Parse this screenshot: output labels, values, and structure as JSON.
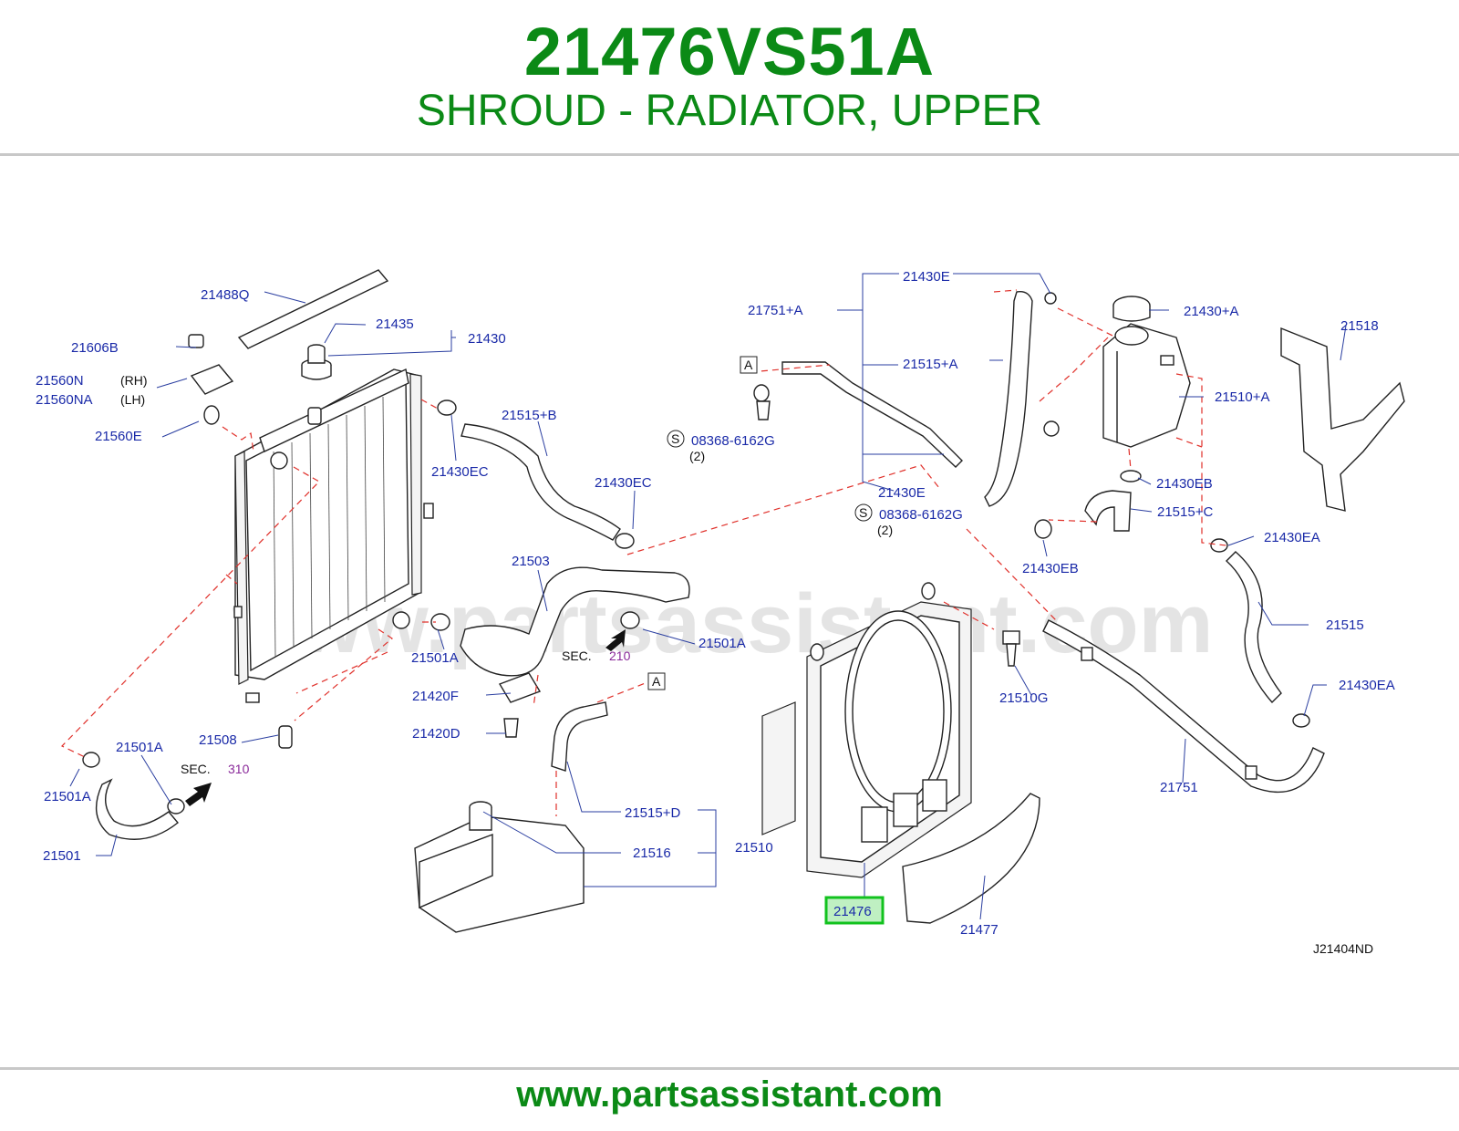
{
  "header": {
    "part_number": "21476VS51A",
    "description": "SHROUD - RADIATOR, UPPER"
  },
  "diagram": {
    "code": "J21404ND",
    "watermark": "www.partsassistant.com",
    "highlighted_part": "21476",
    "highlight_color": "#12c21e",
    "labels": {
      "l21488Q": "21488Q",
      "l21435": "21435",
      "l21430": "21430",
      "l21606B": "21606B",
      "l21560N": "21560N",
      "l21560NA": "21560NA",
      "rh": "(RH)",
      "lh": "(LH)",
      "l21560E": "21560E",
      "l21515B": "21515+B",
      "l21430EC_1": "21430EC",
      "l21430EC_2": "21430EC",
      "l21503": "21503",
      "l21501A_1": "21501A",
      "l21501A_2": "21501A",
      "l21501A_3": "21501A",
      "l21501A_4": "21501A",
      "l21420F": "21420F",
      "l21420D": "21420D",
      "l21508": "21508",
      "l21501": "21501",
      "l21515D": "21515+D",
      "l21516": "21516",
      "l21510": "21510",
      "l21476": "21476",
      "l21477": "21477",
      "l21430E_1": "21430E",
      "l21430E_2": "21430E",
      "l21751A": "21751+A",
      "l21515A": "21515+A",
      "l08368_1": "08368-6162G",
      "l08368_2": "08368-6162G",
      "qty_1": "(2)",
      "qty_2": "(2)",
      "s_1": "S",
      "s_2": "S",
      "l21430A": "21430+A",
      "l21518": "21518",
      "l21510A": "21510+A",
      "l21430EB_1": "21430EB",
      "l21430EB_2": "21430EB",
      "l21515C": "21515+C",
      "l21430EA_1": "21430EA",
      "l21430EA_2": "21430EA",
      "l21515": "21515",
      "l21510G": "21510G",
      "l21751": "21751",
      "ref_a_1": "A",
      "ref_a_2": "A",
      "sec_1": "SEC.",
      "sec_1_num": "210",
      "sec_2": "SEC.",
      "sec_2_num": "310"
    }
  },
  "footer": {
    "url": "www.partsassistant.com"
  }
}
